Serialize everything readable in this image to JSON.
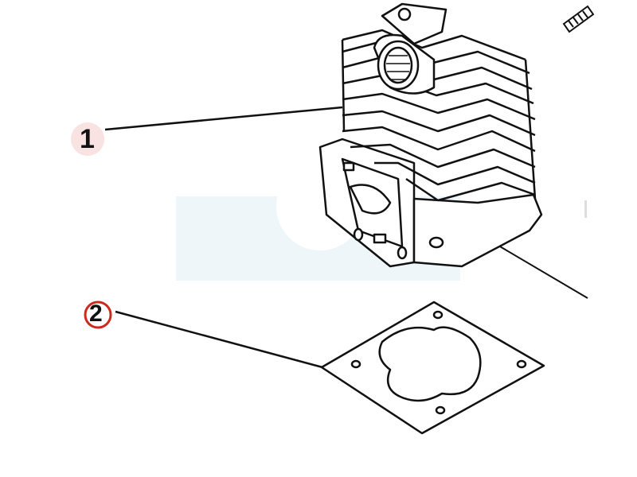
{
  "callouts": [
    {
      "number": "1",
      "part": "cylinder",
      "highlight": "#f9dede"
    },
    {
      "number": "2",
      "part": "gasket",
      "highlight": "#cc2a1e"
    }
  ],
  "colors": {
    "line": "#111111",
    "watermark": "#eef6fa"
  }
}
